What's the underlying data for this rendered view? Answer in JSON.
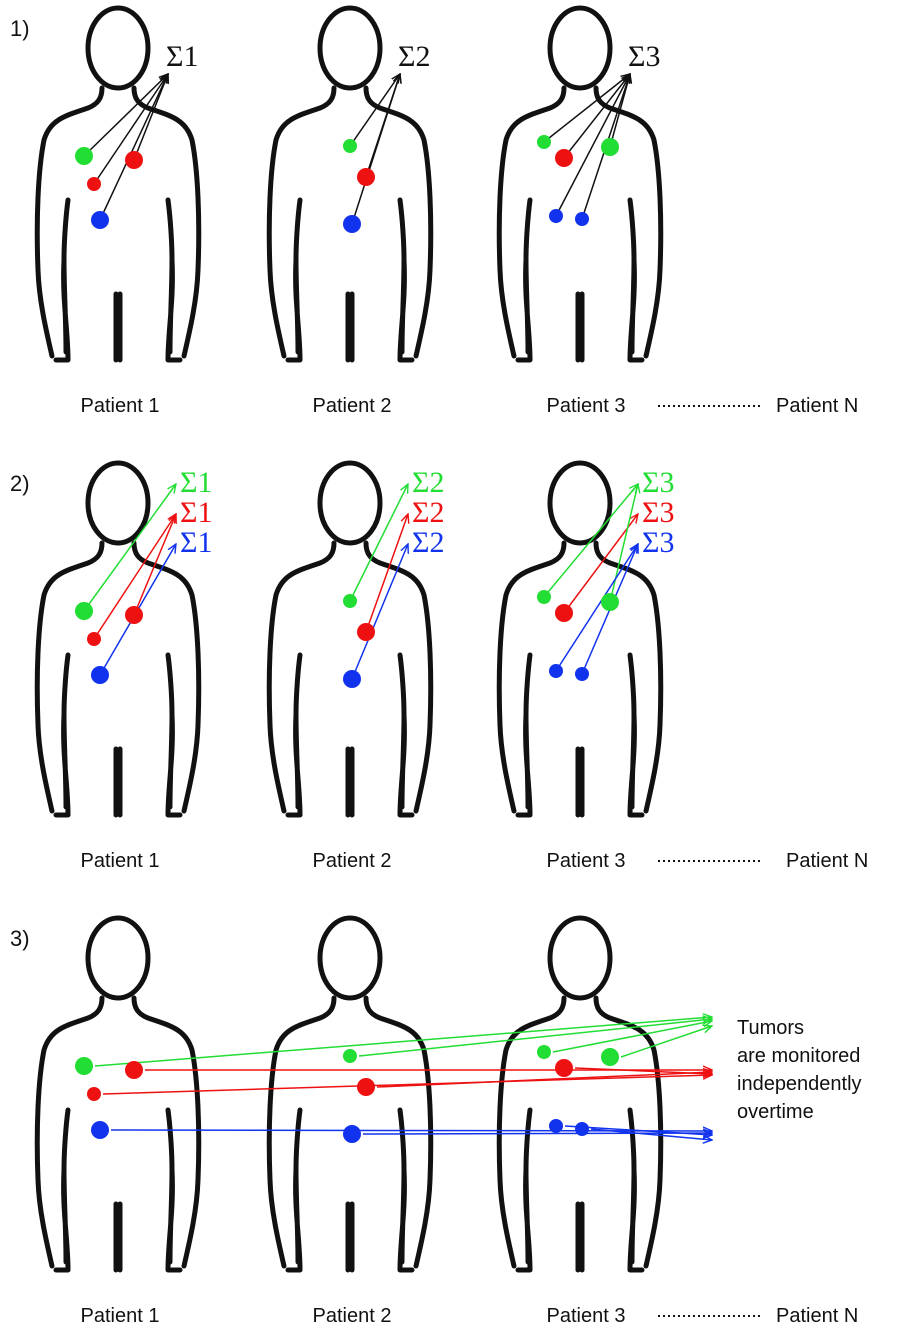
{
  "colors": {
    "green": "#22dd33",
    "red": "#ee1111",
    "blue": "#1133ee",
    "outline": "#111111"
  },
  "patients": [
    "Patient 1",
    "Patient 2",
    "Patient 3"
  ],
  "patient_n": "Patient N",
  "panels": [
    {
      "step": "1)",
      "mode": "sum",
      "sigma_labels": [
        "Σ1",
        "Σ2",
        "Σ3"
      ]
    },
    {
      "step": "2)",
      "mode": "by_color",
      "sigma_labels": [
        {
          "green": "Σ1",
          "red": "Σ1",
          "blue": "Σ1"
        },
        {
          "green": "Σ2",
          "red": "Σ2",
          "blue": "Σ2"
        },
        {
          "green": "Σ3",
          "red": "Σ3",
          "blue": "Σ3"
        }
      ]
    },
    {
      "step": "3)",
      "mode": "independent",
      "note": [
        "Tumors",
        "are monitored",
        "independently",
        "overtime"
      ]
    }
  ],
  "tumors": [
    [
      {
        "color": "green",
        "size": "large"
      },
      {
        "color": "red",
        "size": "large"
      },
      {
        "color": "red",
        "size": "small"
      },
      {
        "color": "blue",
        "size": "large"
      }
    ],
    [
      {
        "color": "green",
        "size": "small"
      },
      {
        "color": "red",
        "size": "large"
      },
      {
        "color": "blue",
        "size": "large"
      }
    ],
    [
      {
        "color": "green",
        "size": "small"
      },
      {
        "color": "red",
        "size": "large"
      },
      {
        "color": "green",
        "size": "large"
      },
      {
        "color": "blue",
        "size": "small"
      },
      {
        "color": "blue",
        "size": "small"
      }
    ]
  ]
}
